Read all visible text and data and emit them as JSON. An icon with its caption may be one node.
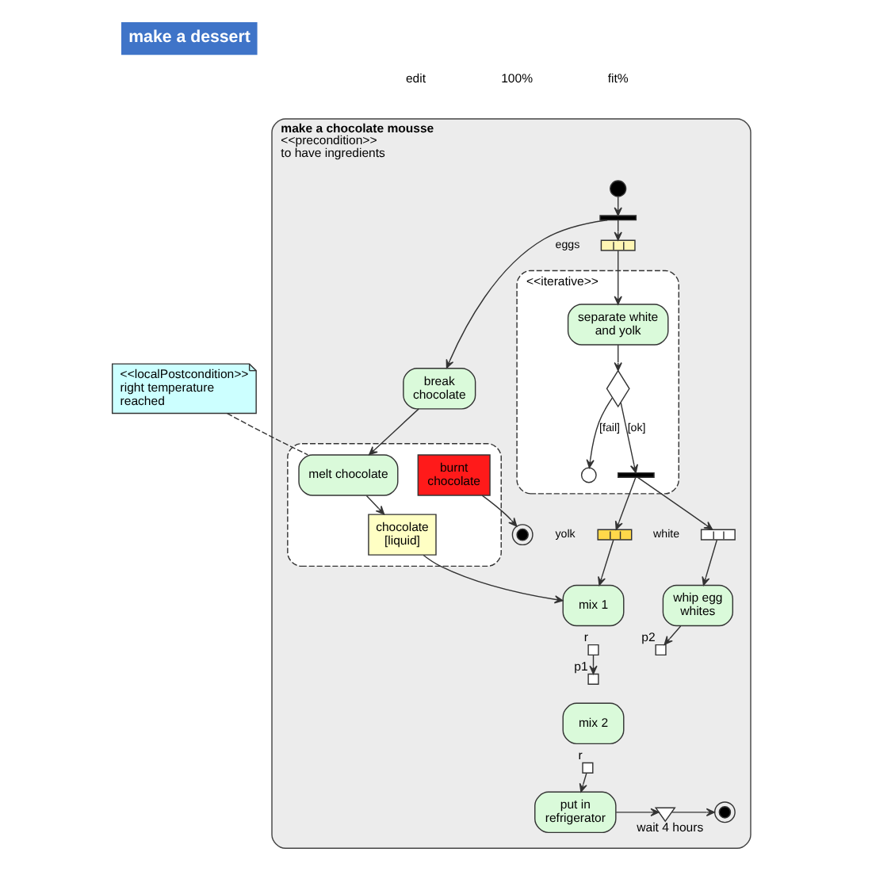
{
  "diagram": {
    "title": "make a dessert",
    "nodes": [
      {
        "text": [
          "make a chocolate mousse",
          "<<precondition>>",
          "to have ingredients"
        ]
      },
      {
        "text": [],
        "shape": "circle",
        "in": 0
      },
      {
        "text": [],
        "shape": "bar",
        "in": 0
      },
      {
        "text": [
          "break chocolate"
        ],
        "in": 0
      },
      {
        "text": [
          "<<localPostcondition>>",
          "right temperature reached"
        ]
      },
      {
        "text": [],
        "shape": "box",
        "beside": [
          "eggs"
        ],
        "in": 0
      },
      {
        "text": [
          "<<iterative>>"
        ],
        "in": 0
      },
      {
        "text": [
          "separate white and yolk"
        ],
        "in": 6
      },
      {
        "text": [],
        "shape": "diamond",
        "in": 6
      },
      {
        "text": [],
        "shape": "circle",
        "in": 6
      },
      {
        "text": [],
        "shape": "bar",
        "in": 6
      },
      {
        "text": [],
        "shape": "box",
        "in": 0
      },
      {
        "text": [
          "melt chocolate"
        ],
        "in": 11
      },
      {
        "text": [
          "chocolate [liquid]"
        ],
        "in": 11
      },
      {
        "text": [
          "burnt chocolate"
        ],
        "in": 11
      },
      {
        "text": [],
        "shape": "box",
        "beside": [
          "yolk"
        ],
        "in": 0
      },
      {
        "text": [],
        "shape": "box",
        "beside": [
          "white"
        ],
        "in": 0
      },
      {
        "text": [
          "mix 1"
        ],
        "in": 0
      },
      {
        "text": [],
        "shape": "box",
        "beside": [
          "r"
        ],
        "in": 0
      },
      {
        "text": [
          "whip egg whites"
        ],
        "in": 0
      },
      {
        "text": [],
        "shape": "circle",
        "in": 0
      },
      {
        "text": [],
        "shape": "box",
        "beside": [
          "p1"
        ],
        "in": 0
      },
      {
        "text": [],
        "shape": "box",
        "beside": [
          "p2"
        ],
        "in": 0
      },
      {
        "text": [
          "mix 2"
        ],
        "in": 0
      },
      {
        "text": [],
        "shape": "box",
        "beside": [
          "r"
        ],
        "in": 0
      },
      {
        "text": [
          "put in refrigerator"
        ],
        "in": 0
      },
      {
        "text": [],
        "shape": "hourglass",
        "beside": [
          "wait 4 hours"
        ],
        "in": 0
      },
      {
        "text": [],
        "shape": "circle",
        "in": 0
      }
    ],
    "edges": [
      {
        "from": 1,
        "to": 2,
        "arrow": "to"
      },
      {
        "from": 2,
        "to": 3,
        "arrow": "to"
      },
      {
        "from": 2,
        "to": 5,
        "arrow": "to"
      },
      {
        "from": 3,
        "to": 12,
        "arrow": "to"
      },
      {
        "from": 4,
        "to": 12,
        "arrow": "none",
        "style": "dashed"
      },
      {
        "from": 5,
        "to": 7,
        "arrow": "to"
      },
      {
        "from": 7,
        "to": 8,
        "arrow": "to"
      },
      {
        "from": 8,
        "to": 9,
        "arrow": "to",
        "label": "[fail]"
      },
      {
        "from": 8,
        "to": 10,
        "arrow": "to",
        "label": "[ok]"
      },
      {
        "from": 10,
        "to": 15,
        "arrow": "to"
      },
      {
        "from": 10,
        "to": 16,
        "arrow": "to"
      },
      {
        "from": 12,
        "to": 13,
        "arrow": "to"
      },
      {
        "from": 13,
        "to": 17,
        "arrow": "to"
      },
      {
        "from": 14,
        "to": 20,
        "arrow": "to"
      },
      {
        "from": 15,
        "to": 17,
        "arrow": "to"
      },
      {
        "from": 16,
        "to": 19,
        "arrow": "to"
      },
      {
        "from": 18,
        "to": 21,
        "arrow": "to"
      },
      {
        "from": 19,
        "to": 22,
        "arrow": "to"
      },
      {
        "from": 24,
        "to": 25,
        "arrow": "to"
      },
      {
        "from": 25,
        "to": 26,
        "arrow": "to"
      },
      {
        "from": 26,
        "to": 27,
        "arrow": "to"
      }
    ],
    "labels": [
      "edit",
      "100%",
      "fit%"
    ]
  }
}
